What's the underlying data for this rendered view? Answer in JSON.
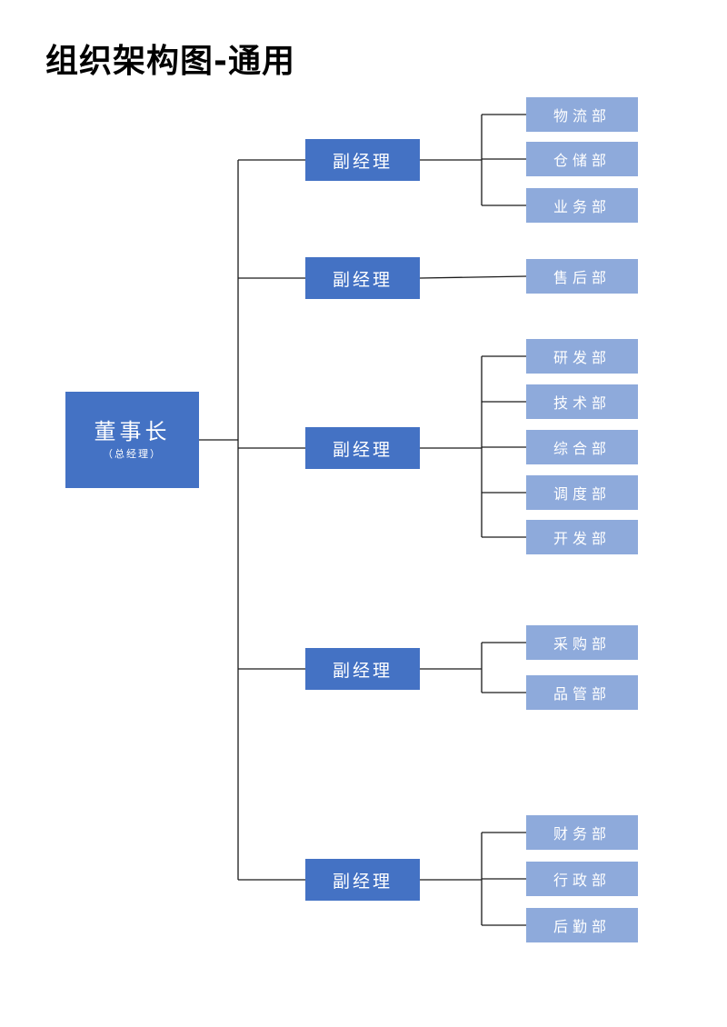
{
  "title": "组织架构图-通用",
  "colors": {
    "primary": "#4472c4",
    "secondary": "#8eaadb",
    "line": "#1a1a1a",
    "text_on_box": "#ffffff"
  },
  "root": {
    "label": "董事长",
    "sub": "（总经理）"
  },
  "branches": [
    {
      "label": "副经理",
      "departments": [
        "物流部",
        "仓储部",
        "业务部"
      ]
    },
    {
      "label": "副经理",
      "departments": [
        "售后部"
      ]
    },
    {
      "label": "副经理",
      "departments": [
        "研发部",
        "技术部",
        "综合部",
        "调度部",
        "开发部"
      ]
    },
    {
      "label": "副经理",
      "departments": [
        "采购部",
        "品管部"
      ]
    },
    {
      "label": "副经理",
      "departments": [
        "财务部",
        "行政部",
        "后勤部"
      ]
    }
  ]
}
